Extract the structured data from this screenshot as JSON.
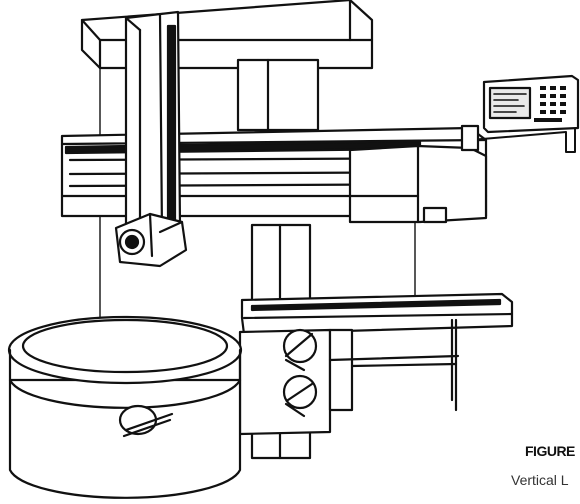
{
  "figure": {
    "caption_title": "FIGURE",
    "caption_subtitle": "Vertical L"
  },
  "dro_display": {
    "readout_lines": [
      "",
      "",
      "",
      ""
    ]
  },
  "icons": [
    "vertical-lathe-illustration",
    "dro-console-icon",
    "handwheel-icon",
    "crank-handle-icon"
  ],
  "colors": {
    "ink": "#111111",
    "paper": "#ffffff",
    "screen": "#e9e9e9"
  }
}
